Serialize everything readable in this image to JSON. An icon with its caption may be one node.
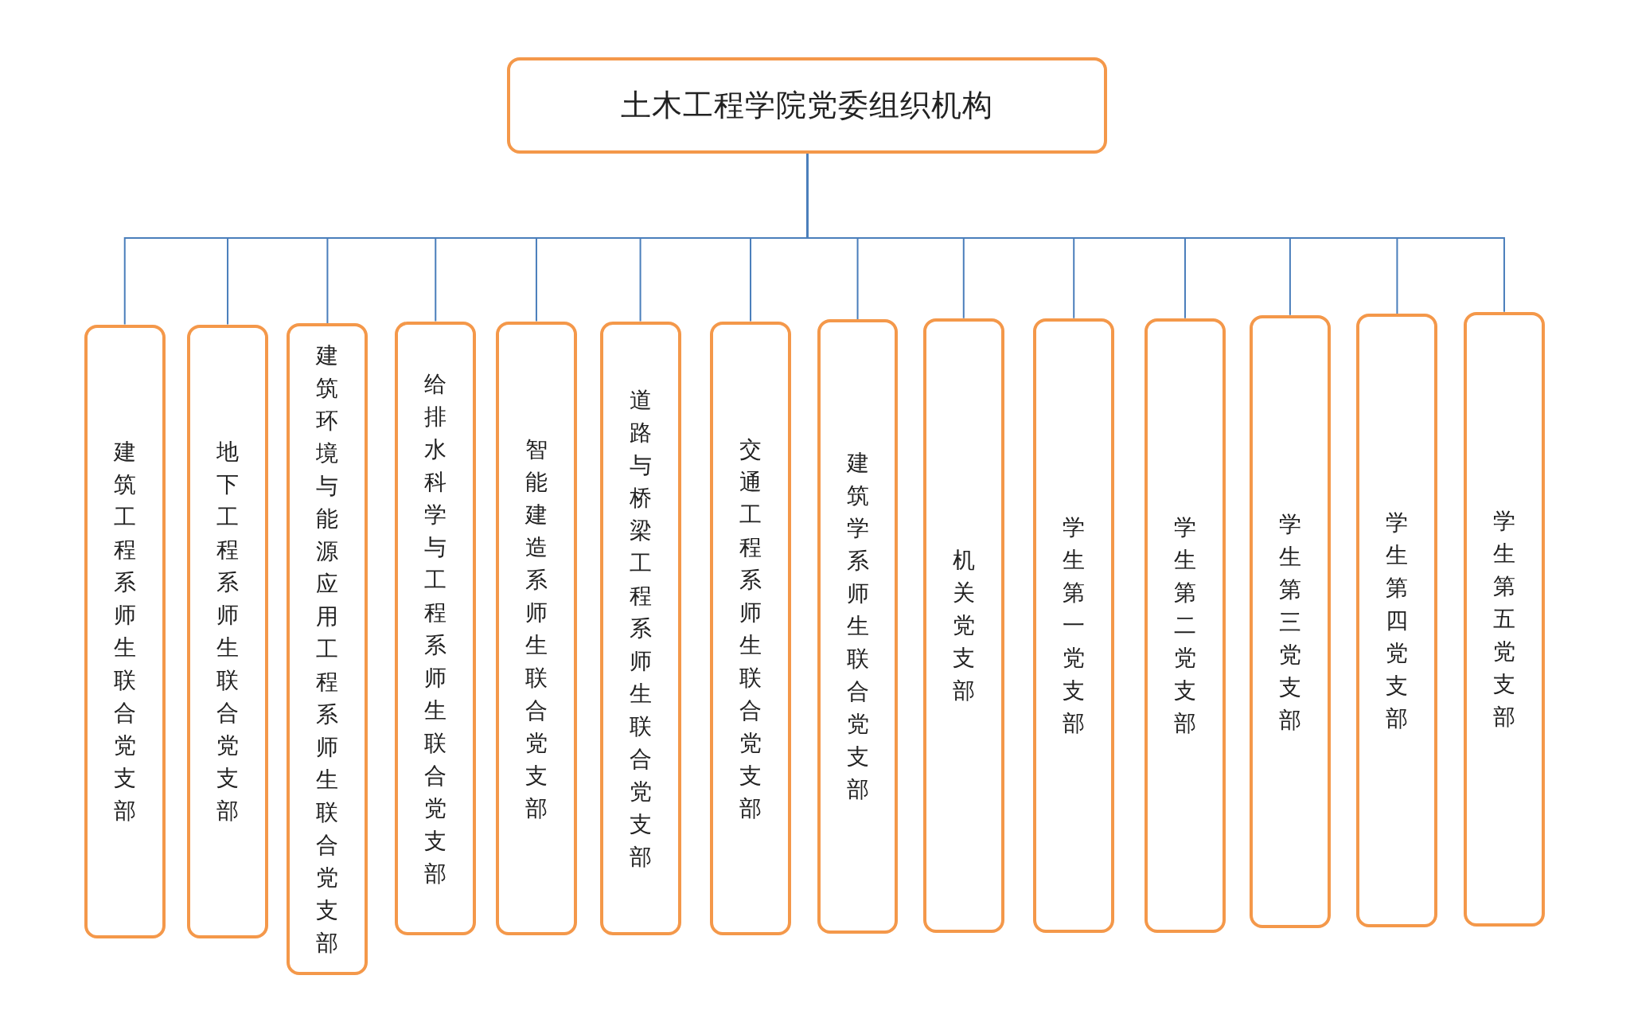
{
  "diagram": {
    "nodes": [
      {
        "text": [
          "土木工程学院党委组织机构"
        ]
      },
      {
        "text": [
          "建筑工程系师生联合党支部"
        ]
      },
      {
        "text": [
          "地下工程系师生联合党支部"
        ]
      },
      {
        "text": [
          "建筑环境与能源应用工程系师生联合党支部"
        ]
      },
      {
        "text": [
          "给排水科学与工程系师生联合党支部"
        ]
      },
      {
        "text": [
          "智能建造系师生联合党支部"
        ]
      },
      {
        "text": [
          "道路与桥梁工程系师生联合党支部"
        ]
      },
      {
        "text": [
          "交通工程系师生联合党支部"
        ]
      },
      {
        "text": [
          "建筑学系师生联合党支部"
        ]
      },
      {
        "text": [
          "机关党支部"
        ]
      },
      {
        "text": [
          "学生第一党支部"
        ]
      },
      {
        "text": [
          "学生第二党支部"
        ]
      },
      {
        "text": [
          "学生第三党支部"
        ]
      },
      {
        "text": [
          "学生第四党支部"
        ]
      },
      {
        "text": [
          "学生第五党支部"
        ]
      }
    ],
    "edges": [
      {
        "from": 0,
        "to": 1,
        "arrow": "none"
      },
      {
        "from": 0,
        "to": 2,
        "arrow": "none"
      },
      {
        "from": 0,
        "to": 3,
        "arrow": "none"
      },
      {
        "from": 0,
        "to": 4,
        "arrow": "none"
      },
      {
        "from": 0,
        "to": 5,
        "arrow": "none"
      },
      {
        "from": 0,
        "to": 6,
        "arrow": "none"
      },
      {
        "from": 0,
        "to": 7,
        "arrow": "none"
      },
      {
        "from": 0,
        "to": 8,
        "arrow": "none"
      },
      {
        "from": 0,
        "to": 9,
        "arrow": "none"
      },
      {
        "from": 0,
        "to": 10,
        "arrow": "none"
      },
      {
        "from": 0,
        "to": 11,
        "arrow": "none"
      },
      {
        "from": 0,
        "to": 12,
        "arrow": "none"
      },
      {
        "from": 0,
        "to": 13,
        "arrow": "none"
      },
      {
        "from": 0,
        "to": 14,
        "arrow": "none"
      }
    ]
  }
}
